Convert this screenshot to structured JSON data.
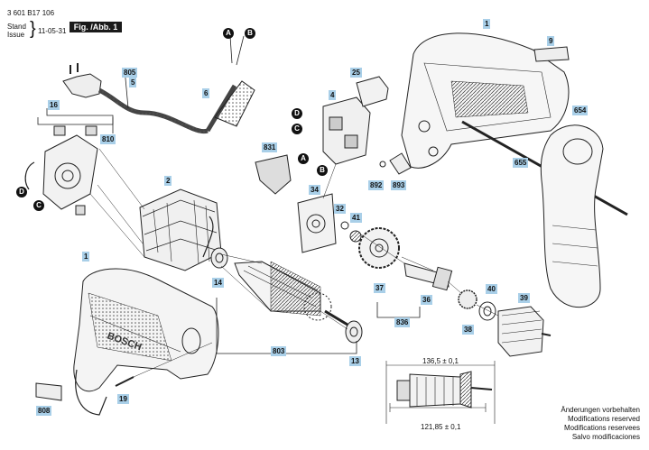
{
  "header": {
    "part_number": "3 601 B17 106",
    "stand_label": "Stand",
    "issue_label": "Issue",
    "date": "11-05-31",
    "figure": "Fig. /Abb. 1"
  },
  "labels": {
    "l1_top": "1",
    "l9": "9",
    "l654": "654",
    "l655": "655",
    "l805": "805",
    "l5": "5",
    "l6": "6",
    "l16": "16",
    "l810": "810",
    "l25": "25",
    "l4": "4",
    "l831": "831",
    "l892": "892",
    "l893": "893",
    "l2": "2",
    "l34": "34",
    "l32": "32",
    "l41": "41",
    "l1_bottom": "1",
    "l14": "14",
    "l803": "803",
    "l13": "13",
    "l37": "37",
    "l36": "36",
    "l836": "836",
    "l40": "40",
    "l39": "39",
    "l38": "38",
    "l19": "19",
    "l808": "808"
  },
  "connectors": {
    "a": "A",
    "b": "B",
    "c": "C",
    "d": "D"
  },
  "dimensions": {
    "top": "136,5 ± 0,1",
    "bottom": "121,85 ± 0,1"
  },
  "footer_notes": [
    "Änderungen vorbehalten",
    "Modifications reserved",
    "Modifications reservees",
    "Salvo modificaciones"
  ],
  "branding": {
    "tool_brand": "BOSCH"
  },
  "colors": {
    "label_bg": "#a9cfe8",
    "figure_tag_bg": "#1a1a1a"
  }
}
